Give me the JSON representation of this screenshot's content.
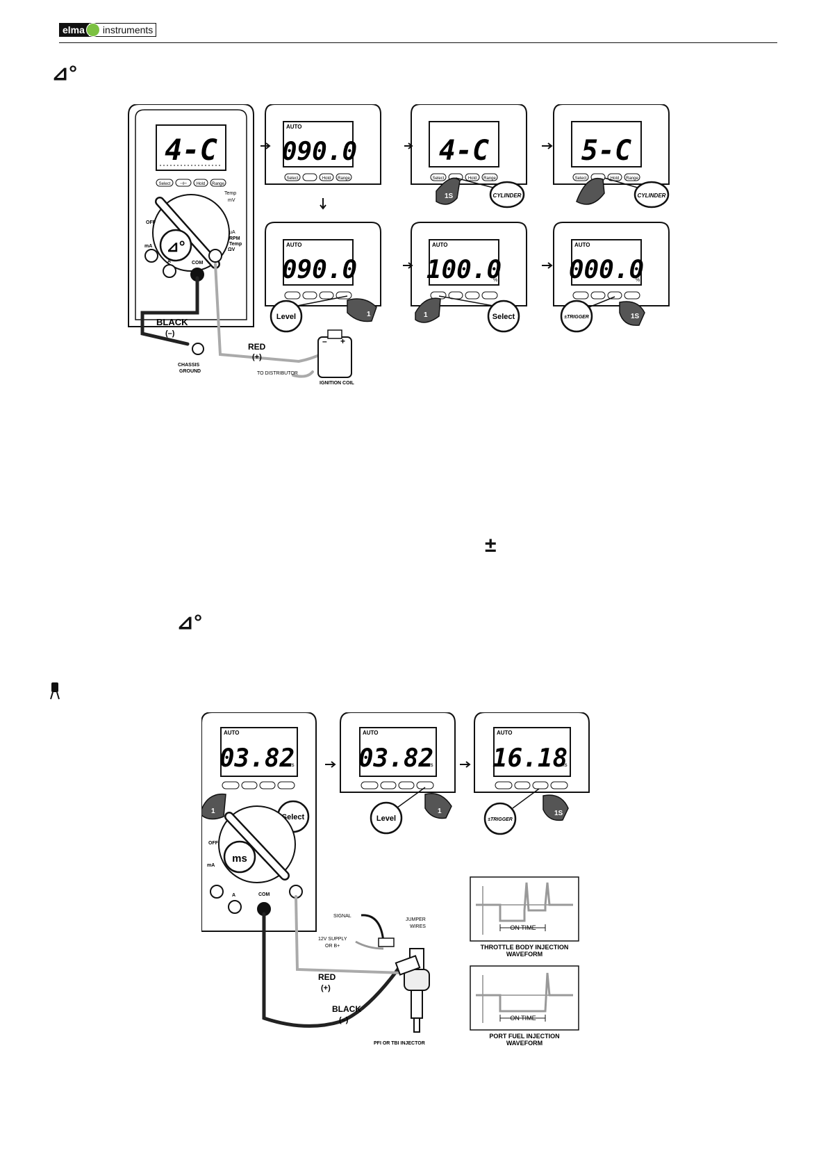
{
  "header": {
    "logo_left": "elma",
    "logo_right": "instruments"
  },
  "symbols": {
    "dwell_top": "⊿°",
    "plusminus": "±",
    "dwell_mid": "⊿°",
    "injector": "injector-icon"
  },
  "fig1": {
    "meters": [
      {
        "display": "4-C",
        "auto": "",
        "unit": ""
      },
      {
        "display": "090.0",
        "auto": "AUTO",
        "unit": ""
      },
      {
        "display": "4-C",
        "auto": "",
        "unit": ""
      },
      {
        "display": "5-C",
        "auto": "",
        "unit": ""
      },
      {
        "display": "090.0",
        "auto": "AUTO",
        "unit": ""
      },
      {
        "display": "100.0",
        "auto": "AUTO",
        "unit": "%"
      },
      {
        "display": "000.0",
        "auto": "AUTO",
        "unit": "%"
      }
    ],
    "buttons": [
      "Select",
      "Hold",
      "Range"
    ],
    "button_tops": [
      "",
      "CYLINDER",
      "±TRIGGER",
      "Level"
    ],
    "callouts": {
      "s1": "1S",
      "cyl1": "CYLINDER",
      "cyl2": "CYLINDER",
      "level": "Level",
      "one_a": "1",
      "one_b": "1",
      "select": "Select",
      "trigger": "±TRIGGER",
      "s2": "1S"
    },
    "dial": {
      "off": "OFF",
      "ma": "mA",
      "a": "A",
      "com": "COM",
      "rpm": "RPM",
      "temp": "Temp",
      "ohm": "ΩV",
      "ua": "µA",
      "mv": "mV",
      "temp2": "Temp"
    },
    "labels": {
      "black": "BLACK",
      "black_sign": "(–)",
      "red": "RED",
      "red_sign": "(+)",
      "chassis": "CHASSIS",
      "ground": "GROUND",
      "distributor": "TO DISTRIBUTOR",
      "coil": "IGNITION COIL",
      "coil_minus": "–",
      "coil_plus": "+"
    }
  },
  "fig2": {
    "meters": [
      {
        "display": "03.82",
        "auto": "AUTO",
        "unit": "ms"
      },
      {
        "display": "03.82",
        "auto": "AUTO",
        "unit": "ms"
      },
      {
        "display": "16.18",
        "auto": "AUTO",
        "unit": "ms"
      }
    ],
    "callouts": {
      "one_a": "1",
      "select": "Select",
      "level": "Level",
      "one_b": "1",
      "trigger": "±TRIGGER",
      "s1": "1S",
      "ms": "ms"
    },
    "labels": {
      "signal": "SIGNAL",
      "supply": "12V SUPPLY",
      "orb": "OR B+",
      "jumper": "JUMPER",
      "wires": "WIRES",
      "red": "RED",
      "red_sign": "(+)",
      "black": "BLACK",
      "black_sign": "(–)",
      "injector": "PFI OR TBI INJECTOR",
      "com": "COM",
      "off": "OFF",
      "ma": "mA",
      "a": "A"
    },
    "waveforms": [
      {
        "on_time": "ON TIME",
        "title1": "THROTTLE BODY  INJECTION",
        "title2": "WAVEFORM"
      },
      {
        "on_time": "ON TIME",
        "title1": "PORT FUEL  INJECTION",
        "title2": "WAVEFORM"
      }
    ]
  }
}
